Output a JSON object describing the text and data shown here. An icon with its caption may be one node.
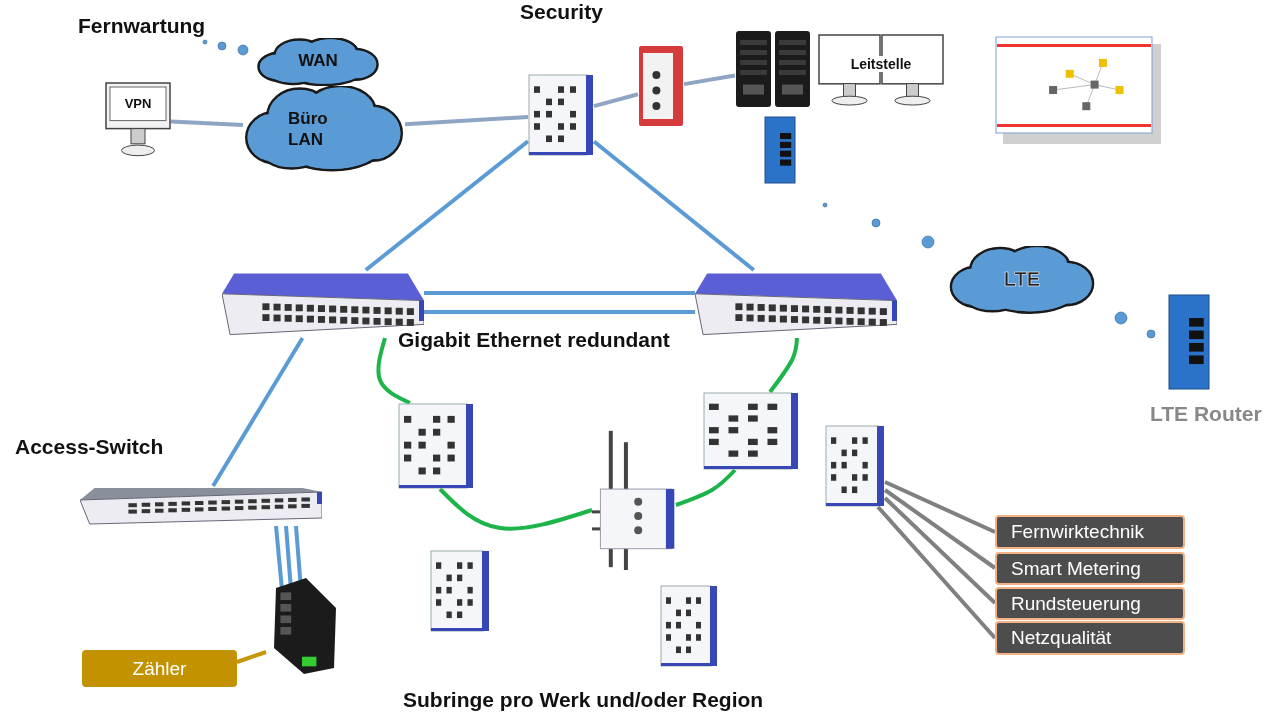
{
  "diagram": {
    "nodes": [
      {
        "text": [
          "VPN"
        ]
      },
      {
        "text": [
          "WAN"
        ]
      },
      {
        "text": [
          "Büro LAN"
        ]
      },
      {
        "text": [],
        "shape": "picture"
      },
      {
        "text": [],
        "shape": "picture"
      },
      {
        "text": [],
        "shape": "picture"
      },
      {
        "text": [
          "Leitstelle"
        ]
      },
      {
        "text": [],
        "shape": "picture"
      },
      {
        "text": [],
        "shape": "picture"
      },
      {
        "text": [],
        "shape": "picture"
      },
      {
        "text": [],
        "shape": "picture"
      },
      {
        "text": [
          "LTE"
        ]
      },
      {
        "text": [],
        "shape": "picture",
        "beside": [
          "LTE Router"
        ]
      },
      {
        "text": [],
        "shape": "picture",
        "beside": [
          "Access-Switch"
        ]
      },
      {
        "text": [],
        "shape": "picture"
      },
      {
        "text": [
          "Zähler"
        ]
      },
      {
        "text": [],
        "shape": "picture"
      },
      {
        "text": [],
        "shape": "picture"
      },
      {
        "text": [],
        "shape": "picture"
      },
      {
        "text": [],
        "shape": "picture"
      },
      {
        "text": [],
        "shape": "picture"
      },
      {
        "text": [],
        "shape": "picture"
      },
      {
        "text": [
          "Fernwirktechnik"
        ]
      },
      {
        "text": [
          "Smart Metering"
        ]
      },
      {
        "text": [
          "Rundsteuerung"
        ]
      },
      {
        "text": [
          "Netzqualität"
        ]
      }
    ],
    "edges": [
      {
        "from": 0,
        "to": 2,
        "arrow": "none",
        "color": "#8fa5c4"
      },
      {
        "from": 2,
        "to": 3,
        "arrow": "none",
        "color": "#8fa5c4"
      },
      {
        "from": 3,
        "to": 4,
        "arrow": "none",
        "color": "#8fa5c4"
      },
      {
        "from": 4,
        "to": 5,
        "arrow": "none",
        "color": "#8fa5c4"
      },
      {
        "from": 3,
        "to": 9,
        "arrow": "none"
      },
      {
        "from": 3,
        "to": 10,
        "arrow": "none"
      },
      {
        "from": 9,
        "to": 10,
        "arrow": "none"
      },
      {
        "from": 9,
        "to": 10,
        "arrow": "none"
      },
      {
        "from": 9,
        "to": 13,
        "arrow": "none"
      },
      {
        "from": 13,
        "to": 14,
        "arrow": "none"
      },
      {
        "from": 13,
        "to": 14,
        "arrow": "none"
      },
      {
        "from": 13,
        "to": 14,
        "arrow": "none"
      },
      {
        "from": 14,
        "to": 15,
        "arrow": "none",
        "color": "#c8960a"
      },
      {
        "from": 9,
        "to": 16,
        "arrow": "none",
        "color": "#1db54a"
      },
      {
        "from": 16,
        "to": 17,
        "arrow": "none",
        "color": "#1db54a"
      },
      {
        "from": 17,
        "to": 18,
        "arrow": "none",
        "color": "#1db54a"
      },
      {
        "from": 18,
        "to": 10,
        "arrow": "none",
        "color": "#1db54a"
      },
      {
        "from": 21,
        "to": 22,
        "arrow": "none",
        "color": "#808080"
      },
      {
        "from": 21,
        "to": 23,
        "arrow": "none",
        "color": "#808080"
      },
      {
        "from": 21,
        "to": 24,
        "arrow": "none",
        "color": "#808080"
      },
      {
        "from": 21,
        "to": 25,
        "arrow": "none",
        "color": "#808080"
      }
    ],
    "labels": [
      "Fernwartung",
      "Security",
      "Gigabit Ethernet redundant",
      "Subringe pro Werk und/oder Region"
    ]
  }
}
